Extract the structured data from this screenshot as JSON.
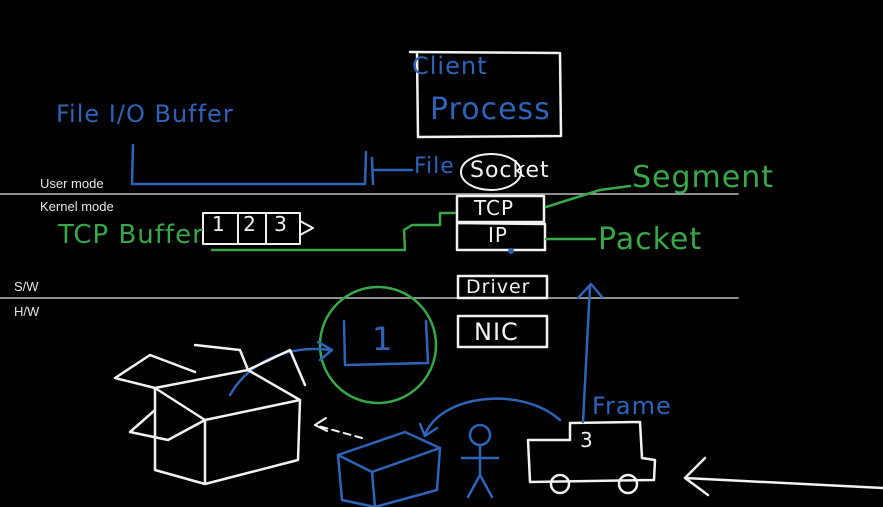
{
  "mode_labels": {
    "user": "User mode",
    "kernel": "Kernel mode",
    "sw": "S/W",
    "hw": "H/W"
  },
  "handwriting": {
    "client": "Client",
    "process": "Process",
    "socket": "Socket",
    "file": "File",
    "file_io_buffer": "File I/O Buffer",
    "tcp_layer": "TCP",
    "ip_layer": "IP",
    "driver": "Driver",
    "nic": "NIC",
    "segment": "Segment",
    "packet": "Packet",
    "tcp_buffer": "TCP Buffer",
    "frame": "Frame",
    "buffer_cells": "1 2 3",
    "nic_buffer": "1",
    "truck_label": "3"
  },
  "colors": {
    "background": "#000000",
    "white_ink": "#f2f2f2",
    "blue_ink": "#2f63b8",
    "green_ink": "#3aa64a",
    "divider": "#bdbdbd"
  }
}
